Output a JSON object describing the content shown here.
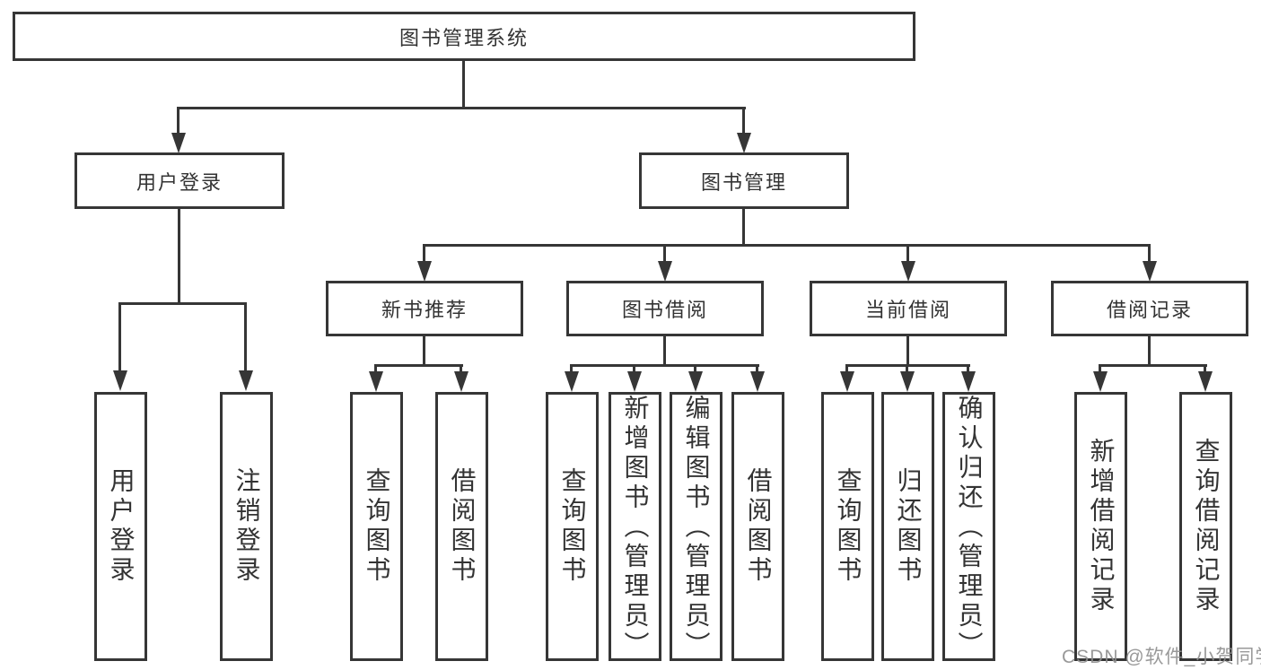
{
  "d": {
    "root": "图书管理系统",
    "l2": [
      "用户登录",
      "图书管理"
    ],
    "l3": [
      "新书推荐",
      "图书借阅",
      "当前借阅",
      "借阅记录"
    ],
    "leaves_user": [
      "用户登录",
      "注销登录"
    ],
    "leaves_newbook": [
      "查询图书",
      "借阅图书"
    ],
    "leaves_borrow": [
      "查询图书",
      "新增图书（管理员）",
      "编辑图书（管理员）",
      "借阅图书"
    ],
    "leaves_current": [
      "查询图书",
      "归还图书",
      "确认归还（管理员）"
    ],
    "leaves_record": [
      "新增借阅记录",
      "查询借阅记录"
    ]
  },
  "watermark": "CSDN @软件_小贺同学",
  "colors": {
    "line": "#363636",
    "text": "#333333",
    "watermark": "#8f8f8f"
  }
}
